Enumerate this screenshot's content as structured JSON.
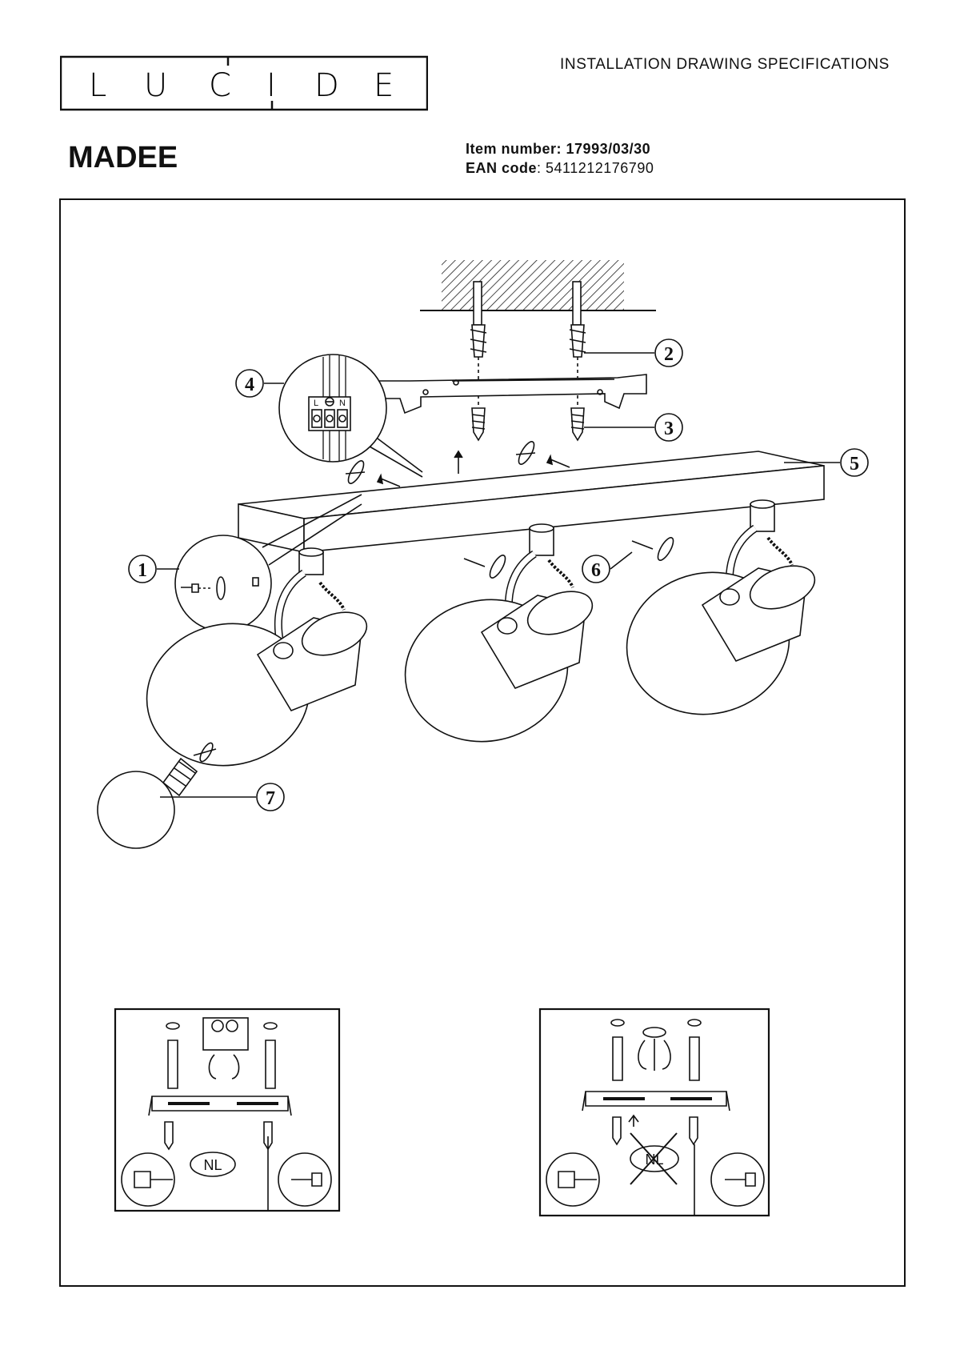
{
  "header": {
    "brand_letters": [
      "L",
      "U",
      "C",
      "I",
      "D",
      "E"
    ],
    "doc_type": "INSTALLATION DRAWING SPECIFICATIONS"
  },
  "product": {
    "name": "MADEE",
    "item_number_label": "Item number:",
    "item_number": "17993/03/30",
    "ean_label": "EAN code",
    "ean_value": ": 5411212176790"
  },
  "callouts": [
    "1",
    "2",
    "3",
    "4",
    "5",
    "6",
    "7"
  ],
  "terminal": {
    "labels": [
      "L",
      "N"
    ]
  },
  "mounting": {
    "left_badge": "NL",
    "right_badge": "NL"
  }
}
